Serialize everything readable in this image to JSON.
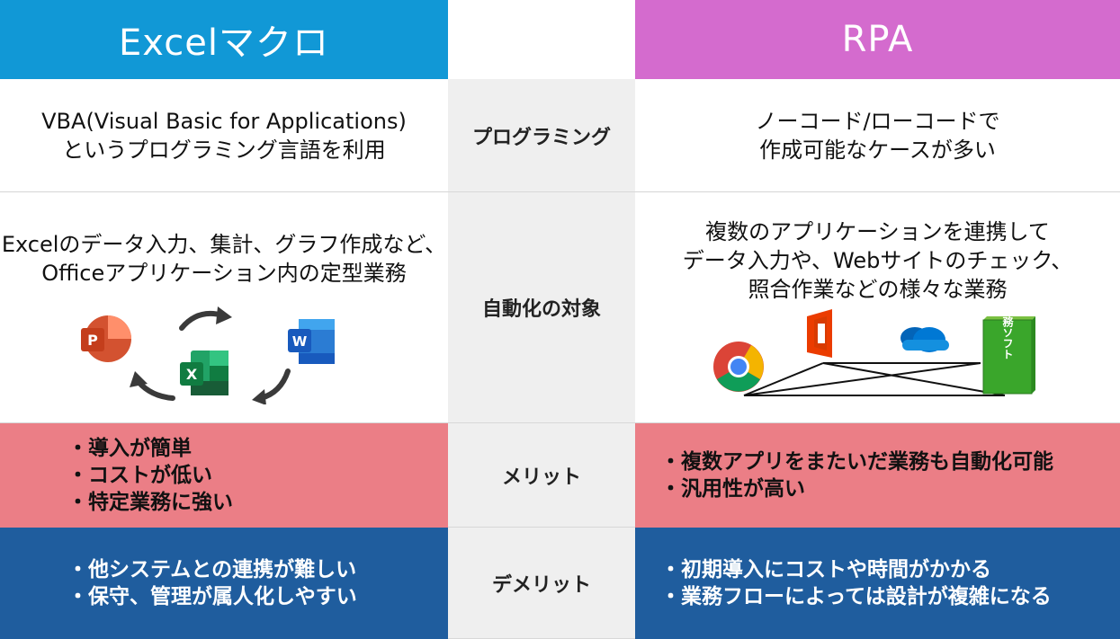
{
  "header": {
    "left_title": "Excelマクロ",
    "right_title": "RPA"
  },
  "rows": {
    "programming": {
      "label": "プログラミング",
      "left_lines": [
        "VBA(Visual Basic for Applications)",
        "というプログラミング言語を利用"
      ],
      "right_lines": [
        "ノーコード/ローコードで",
        "作成可能なケースが多い"
      ]
    },
    "target": {
      "label": "自動化の対象",
      "left_lines": [
        "Excelのデータ入力、集計、グラフ作成など、",
        "Officeアプリケーション内の定型業務"
      ],
      "right_lines": [
        "複数のアプリケーションを連携して",
        "データ入力や、Webサイトのチェック、",
        "照合作業などの様々な業務"
      ]
    },
    "merit": {
      "label": "メリット",
      "left_items": [
        "・導入が簡単",
        "・コストが低い",
        "・特定業務に強い"
      ],
      "right_items": [
        "・複数アプリをまたいだ業務も自動化可能",
        "・汎用性が高い"
      ]
    },
    "demerit": {
      "label": "デメリット",
      "left_items": [
        "・他システムとの連携が難しい",
        "・保守、管理が属人化しやすい"
      ],
      "right_items": [
        "・初期導入にコストや時間がかかる",
        "・業務フローによっては設計が複雑になる"
      ]
    }
  },
  "icons": {
    "powerpoint_letter": "P",
    "excel_letter": "X",
    "word_letter": "W",
    "business_software_label": "業務ソフト"
  },
  "colors": {
    "excel_header": "#1198d6",
    "rpa_header": "#d46bce",
    "merit_row": "#eb7e86",
    "demerit_row": "#1f5d9e",
    "label_column": "#efefef"
  }
}
